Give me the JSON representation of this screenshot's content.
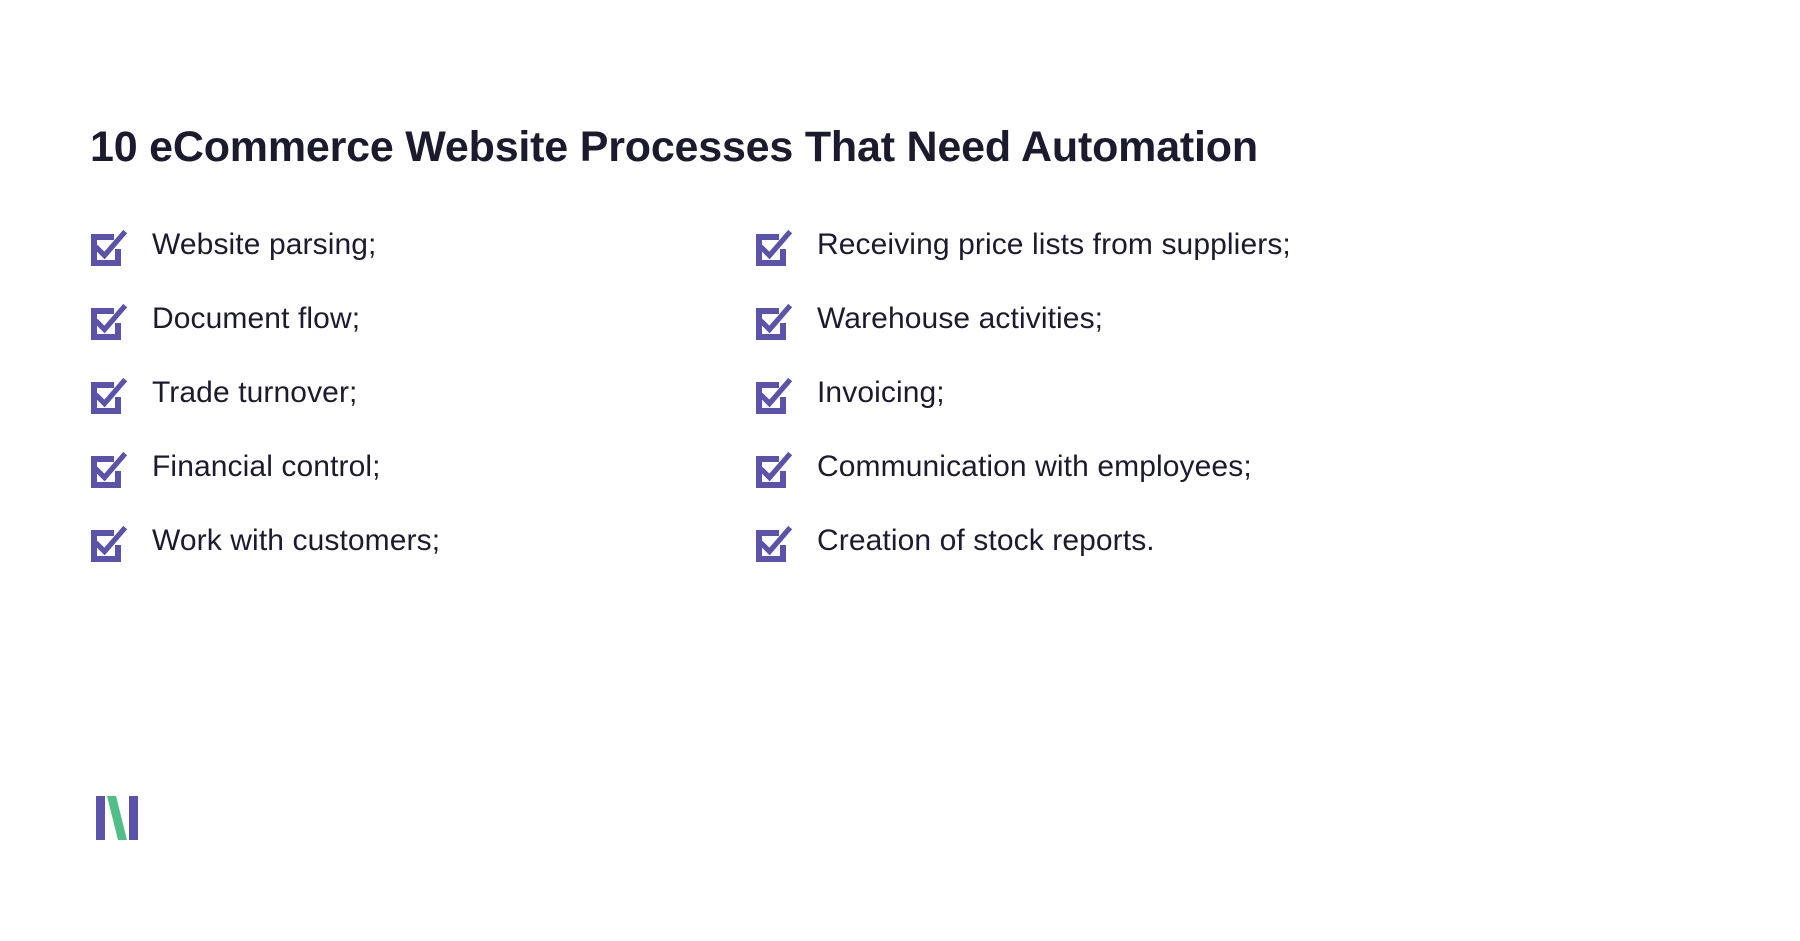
{
  "title": "10 eCommerce Website Processes That Need Automation",
  "colors": {
    "text": "#1c1b2e",
    "accent_purple": "#5b52a9",
    "accent_green": "#4fbe87",
    "background": "#ffffff"
  },
  "checklist": {
    "icon_name": "checkbox-checked-icon",
    "left_column": [
      {
        "label": "Website parsing;"
      },
      {
        "label": "Document flow;"
      },
      {
        "label": "Trade turnover;"
      },
      {
        "label": "Financial control;"
      },
      {
        "label": "Work with customers;"
      }
    ],
    "right_column": [
      {
        "label": "Receiving price lists from suppliers;"
      },
      {
        "label": "Warehouse activities;"
      },
      {
        "label": "Invoicing;"
      },
      {
        "label": "Communication with employees;"
      },
      {
        "label": "Creation of stock reports."
      }
    ]
  },
  "logo": {
    "name": "n-monogram-logo",
    "bar_color": "#5b52a9",
    "diagonal_color": "#4fbe87"
  }
}
